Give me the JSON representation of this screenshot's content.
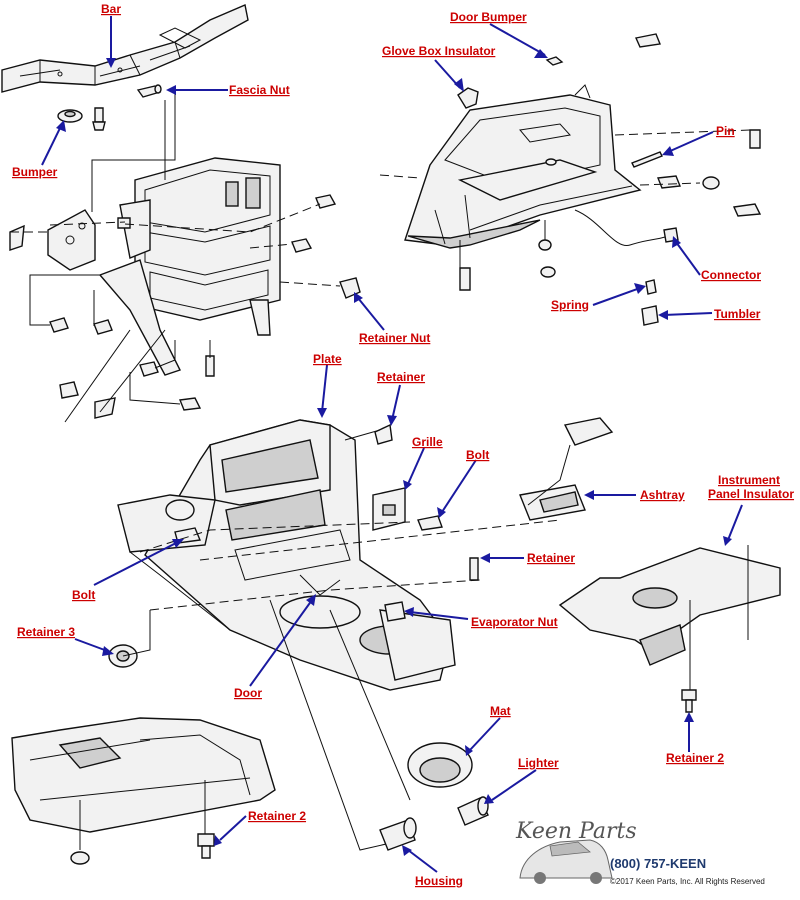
{
  "labels": {
    "bar": "Bar",
    "fascia_nut": "Fascia Nut",
    "bumper": "Bumper",
    "door_bumper": "Door Bumper",
    "glove_box_insulator": "Glove Box Insulator",
    "pin": "Pin",
    "connector": "Connector",
    "spring": "Spring",
    "tumbler": "Tumbler",
    "retainer_nut": "Retainer Nut",
    "plate": "Plate",
    "retainer_top": "Retainer",
    "grille": "Grille",
    "bolt_right": "Bolt",
    "ashtray": "Ashtray",
    "instrument_panel_insulator_1": "Instrument",
    "instrument_panel_insulator_2": "Panel Insulator",
    "retainer_mid": "Retainer",
    "bolt_left": "Bolt",
    "evaporator_nut": "Evaporator Nut",
    "retainer_3": "Retainer 3",
    "door": "Door",
    "retainer_2_right": "Retainer 2",
    "mat": "Mat",
    "lighter": "Lighter",
    "retainer_2_left": "Retainer 2",
    "housing": "Housing"
  },
  "branding": {
    "logo": "Keen Parts",
    "phone": "(800) 757-KEEN",
    "copyright": "©2017 Keen Parts, Inc. All Rights Reserved"
  },
  "colors": {
    "label": "#cc0000",
    "callout": "#1a1aa0"
  },
  "icons": {
    "logo": "car-silhouette-logo"
  }
}
